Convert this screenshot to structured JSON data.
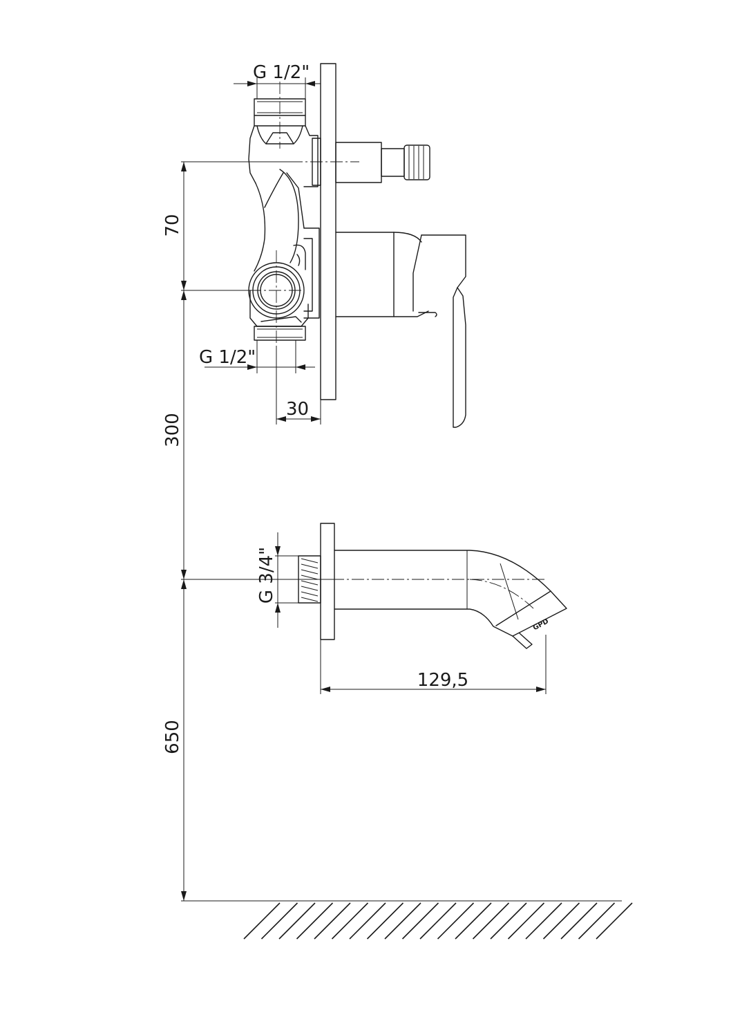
{
  "dimensions": {
    "inlet_top_thread": "G 1/2\"",
    "inlet_bottom_thread": "G 1/2\"",
    "inlet_spacing": "70",
    "body_depth": "30",
    "mixer_to_spout_height": "300",
    "spout_to_floor_height": "650",
    "spout_thread": "G 3/4\"",
    "spout_projection": "129,5"
  },
  "spout_logo": "GPD"
}
